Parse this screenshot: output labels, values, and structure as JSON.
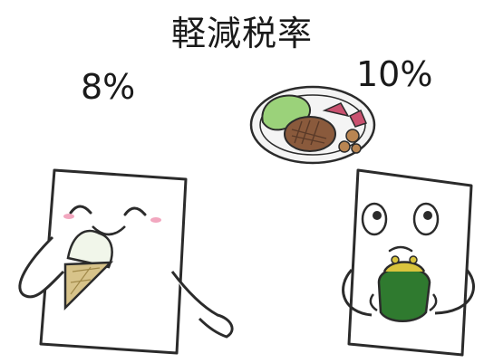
{
  "title": "軽減税率",
  "rate_takeout": "8%",
  "rate_dine_in": "10%",
  "colors": {
    "ink": "#2b2b2b",
    "wafer": "#d7c38a",
    "ice_cream": "#f1f6ea",
    "wallet": "#2f7a2f",
    "wallet_clasp": "#d9c43d",
    "patty": "#8a5a3c",
    "lettuce": "#9bd27a",
    "plate": "#f4f4f4",
    "blush": "#f2a7bf"
  },
  "icons": [
    "ice-cream-cone-icon",
    "coin-purse-icon",
    "meal-plate-icon"
  ]
}
